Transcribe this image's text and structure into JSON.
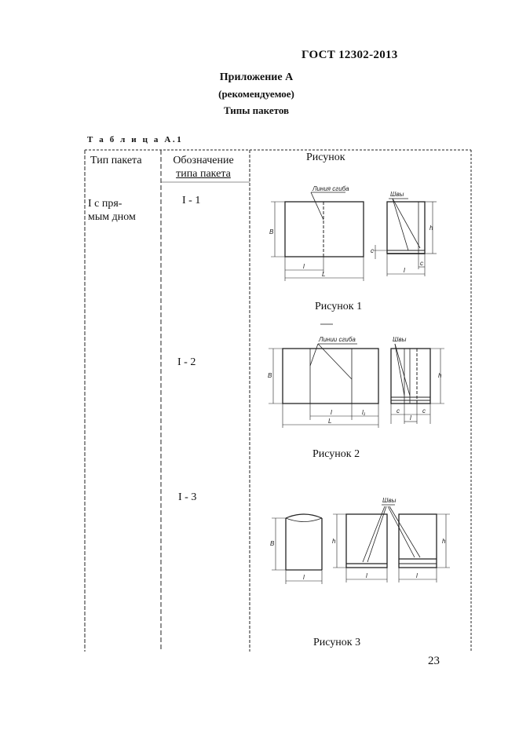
{
  "document": {
    "standard": "ГОСТ  12302-2013",
    "appendix_title": "Приложение А",
    "appendix_note": "(рекомендуемое)",
    "appendix_subject": "Типы пакетов",
    "table_title": "Т а б л и ц а  А.1",
    "page_number": "23"
  },
  "table": {
    "headers": {
      "type": "Тип пакета",
      "designation_line1": "Обозначение",
      "designation_line2": "типа пакета",
      "figure": "Рисунок"
    },
    "row": {
      "type_line1": "I     с пря-",
      "type_line2": "мым дном"
    },
    "designations": [
      "I - 1",
      "I - 2",
      "I - 3"
    ],
    "captions": [
      "Рисунок 1",
      "Рисунок 2",
      "Рисунок 3"
    ]
  },
  "drawing_labels": {
    "fold_line": "Линия сгиба",
    "fold_lines": "Линии сгиба",
    "seams": "Швы",
    "B": "B",
    "h": "h",
    "l": "l",
    "L": "L",
    "c": "c",
    "l1": "l₁"
  }
}
